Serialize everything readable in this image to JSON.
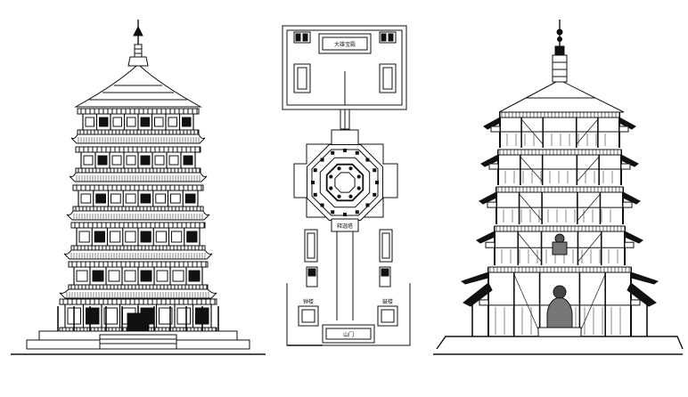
{
  "figure": {
    "panels": [
      {
        "id": "elevation",
        "caption": ""
      },
      {
        "id": "plan",
        "caption": ""
      },
      {
        "id": "section",
        "caption": ""
      }
    ],
    "plan_labels": {
      "top_hall": "大雄宝殿",
      "tower_entrance": "释迦塔",
      "left_pavilion": "钟楼",
      "right_pavilion": "鼓楼",
      "front_gate": "山门"
    },
    "colors": {
      "ink": "#111111",
      "paper": "#ffffff",
      "hatch": "#555555"
    }
  }
}
